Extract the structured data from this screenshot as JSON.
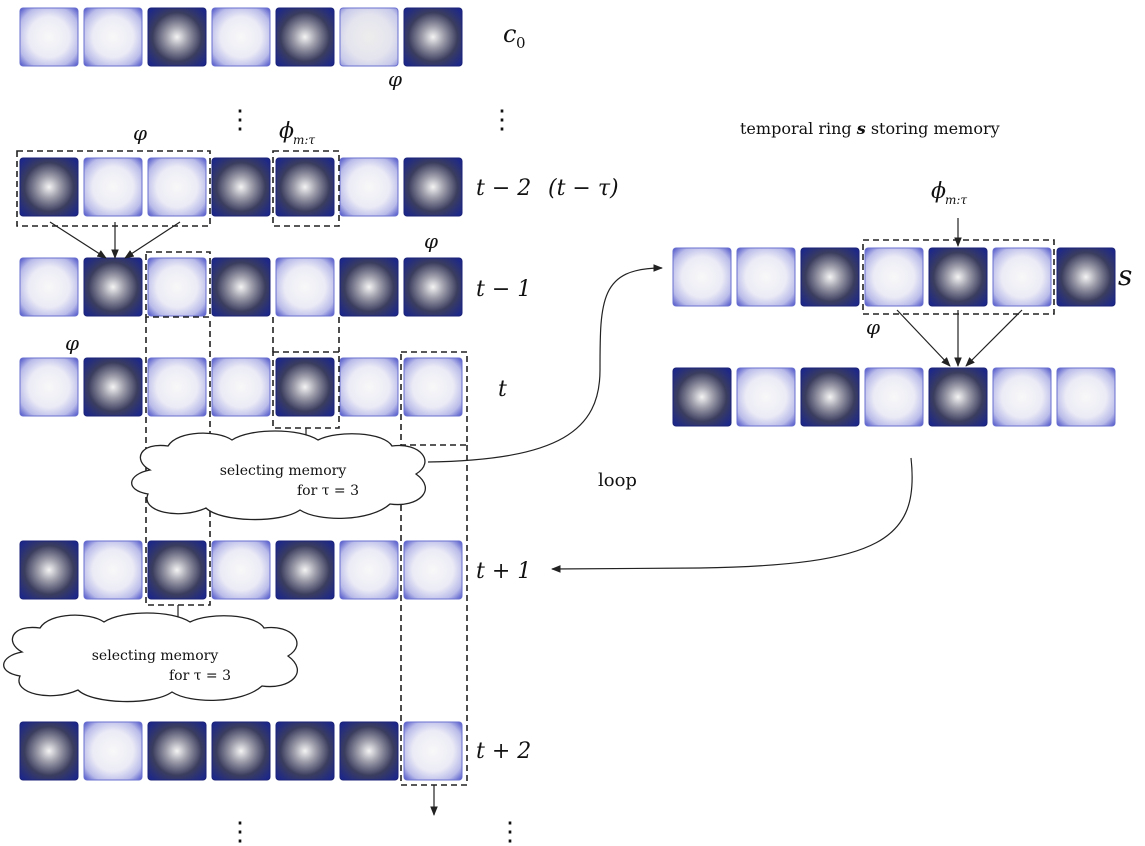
{
  "rows": {
    "c0": [
      "L",
      "L",
      "D",
      "L",
      "D",
      "P",
      "D"
    ],
    "tm2": [
      "D",
      "L",
      "L",
      "D",
      "D",
      "L",
      "D"
    ],
    "tm1": [
      "L",
      "D",
      "L",
      "D",
      "L",
      "D",
      "D"
    ],
    "t": [
      "L",
      "D",
      "L",
      "L",
      "D",
      "L",
      "L"
    ],
    "tp1": [
      "D",
      "L",
      "D",
      "L",
      "D",
      "L",
      "L"
    ],
    "tp2": [
      "D",
      "L",
      "D",
      "D",
      "D",
      "D",
      "L"
    ],
    "ring_s": [
      "L",
      "L",
      "D",
      "L",
      "D",
      "L",
      "D"
    ],
    "ring_out": [
      "D",
      "L",
      "D",
      "L",
      "D",
      "L",
      "L"
    ]
  },
  "labels": {
    "c0": "c",
    "c0_sub": "0",
    "tm2": "t − 2",
    "tm2_paren": "(t − τ)",
    "tm1": "t − 1",
    "t": "t",
    "tp1": "t + 1",
    "tp2": "t + 2",
    "phi": "φ",
    "phi_main": "ϕ",
    "phi_sub": "m:τ",
    "s": "s",
    "ring_title_pre": "temporal ring ",
    "ring_title_s": "s",
    "ring_title_post": " storing memory",
    "loop": "loop",
    "sel1_line1": "selecting memory",
    "sel1_line2": "for τ = 3",
    "sel2_line1": "selecting memory",
    "sel2_line2": "for τ = 3",
    "vdots": "⋮"
  },
  "colors": {
    "dark_edge": "#1e2a8a",
    "dark_mid": "#3a3d62",
    "dark_core": "#f2f2f2",
    "light_edge": "#5a5fd0",
    "light_mid": "#e6e6f6",
    "light_core": "#f7f7f7",
    "pale_edge": "#aeb0e8"
  }
}
